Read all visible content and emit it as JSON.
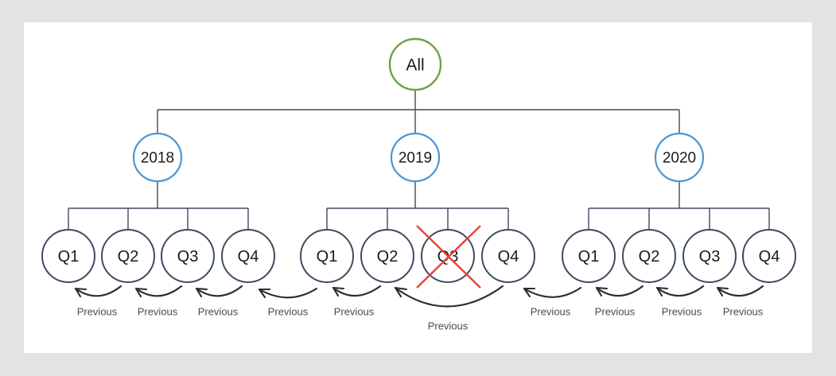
{
  "canvas": {
    "background": "#ffffff",
    "outer_background": "#e3e3e3"
  },
  "colors": {
    "root_stroke": "#6aa545",
    "year_stroke": "#4c96d7",
    "quarter_stroke": "#3f4a5f",
    "tree_line": "#3f4a5f",
    "arrow": "#2b2b33",
    "cross_out": "#e8423a",
    "label_text": "#4a4a55",
    "node_text": "#1a1a1a"
  },
  "root": {
    "label": "All"
  },
  "years": [
    {
      "label": "2018"
    },
    {
      "label": "2019"
    },
    {
      "label": "2020"
    }
  ],
  "quarters": {
    "y2018": [
      {
        "label": "Q1",
        "crossed_out": false
      },
      {
        "label": "Q2",
        "crossed_out": false
      },
      {
        "label": "Q3",
        "crossed_out": false
      },
      {
        "label": "Q4",
        "crossed_out": false
      }
    ],
    "y2019": [
      {
        "label": "Q1",
        "crossed_out": false
      },
      {
        "label": "Q2",
        "crossed_out": false
      },
      {
        "label": "Q3",
        "crossed_out": true
      },
      {
        "label": "Q4",
        "crossed_out": false
      }
    ],
    "y2020": [
      {
        "label": "Q1",
        "crossed_out": false
      },
      {
        "label": "Q2",
        "crossed_out": false
      },
      {
        "label": "Q3",
        "crossed_out": false
      },
      {
        "label": "Q4",
        "crossed_out": false
      }
    ]
  },
  "previous_links": [
    {
      "id": "p1",
      "label": "Previous",
      "from": "2018-Q2",
      "to": "2018-Q1"
    },
    {
      "id": "p2",
      "label": "Previous",
      "from": "2018-Q3",
      "to": "2018-Q2"
    },
    {
      "id": "p3",
      "label": "Previous",
      "from": "2018-Q4",
      "to": "2018-Q3"
    },
    {
      "id": "p4",
      "label": "Previous",
      "from": "2019-Q1",
      "to": "2018-Q4"
    },
    {
      "id": "p5",
      "label": "Previous",
      "from": "2019-Q2",
      "to": "2019-Q1"
    },
    {
      "id": "p6",
      "label": "Previous",
      "from": "2019-Q4",
      "to": "2019-Q2"
    },
    {
      "id": "p7",
      "label": "Previous",
      "from": "2020-Q1",
      "to": "2019-Q4"
    },
    {
      "id": "p8",
      "label": "Previous",
      "from": "2020-Q2",
      "to": "2020-Q1"
    },
    {
      "id": "p9",
      "label": "Previous",
      "from": "2020-Q3",
      "to": "2020-Q2"
    },
    {
      "id": "p10",
      "label": "Previous",
      "from": "2020-Q4",
      "to": "2020-Q3"
    }
  ]
}
